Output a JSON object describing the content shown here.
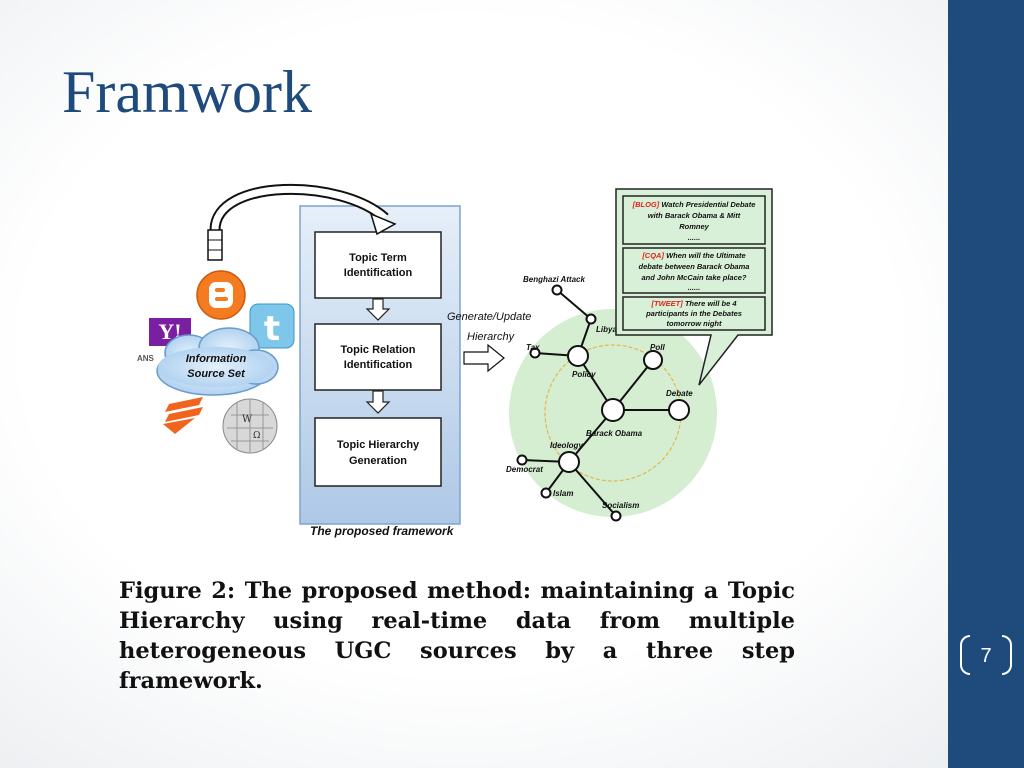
{
  "slide": {
    "title": "Framwork",
    "page_number": "7"
  },
  "figure": {
    "steps": [
      {
        "line1": "Topic Term",
        "line2": "Identification"
      },
      {
        "line1": "Topic Relation",
        "line2": "Identification"
      },
      {
        "line1": "Topic Hierarchy",
        "line2": "Generation"
      }
    ],
    "framework_label": "The proposed framework",
    "source_cloud": {
      "line1": "Information",
      "line2": "Source Set"
    },
    "source_icons": [
      "blogger-icon",
      "twitter-icon",
      "yahoo-answers-icon",
      "wikipedia-icon",
      "stack-icon"
    ],
    "yahoo_small_text": "ANS",
    "generate_label": {
      "line1": "Generate/Update",
      "line2": "Hierarchy"
    },
    "callout_entries": [
      {
        "tag": "[BLOG]",
        "line1": "Watch Presidential Debate",
        "line2": "with Barack Obama & Mitt",
        "line3": "Romney",
        "line4": "......"
      },
      {
        "tag": "[CQA]",
        "line1": "When will the Ultimate",
        "line2": "debate between Barack Obama",
        "line3": "and John McCain take place?",
        "line4": "......"
      },
      {
        "tag": "[TWEET]",
        "line1": "There will be 4",
        "line2": "participants in the Debates",
        "line3": "tomorrow night"
      }
    ],
    "topics": {
      "benghazi": "Benghazi Attack",
      "libya": "Libya",
      "tax": "Tax",
      "policy": "Policy",
      "poll": "Poll",
      "debate": "Debate",
      "barack": "Barack Obama",
      "ideology": "Ideology",
      "democrat": "Democrat",
      "islam": "Islam",
      "socialism": "Socialism"
    },
    "caption": "Figure 2: The proposed method: maintaining a Topic Hierarchy using real-time data from multiple heterogeneous UGC sources by a three step framework.",
    "colors": {
      "accent": "#1f4a7c",
      "panel": "#c6d9ee",
      "circle": "#d5eed2",
      "callout": "#d8f0d8",
      "tag_red": "#e0241b"
    }
  }
}
